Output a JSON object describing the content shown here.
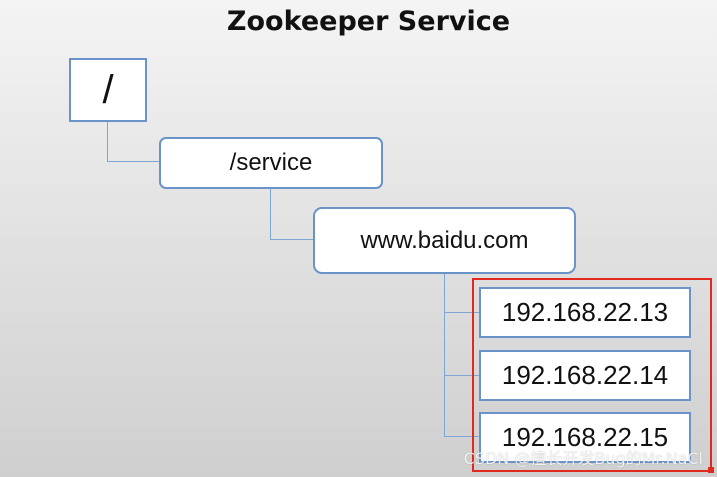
{
  "title": "Zookeeper Service",
  "tree": {
    "root": {
      "label": "/"
    },
    "service": {
      "label": "/service"
    },
    "domain": {
      "label": "www.baidu.com"
    },
    "hosts": [
      {
        "label": "192.168.22.13"
      },
      {
        "label": "192.168.22.14"
      },
      {
        "label": "192.168.22.15"
      }
    ]
  },
  "watermark": "CSDN @擅长开发Bug的Mr.NaCl",
  "colors": {
    "node_border": "#6a93c9",
    "connector": "#7ea6d4",
    "highlight": "#e02a20"
  }
}
